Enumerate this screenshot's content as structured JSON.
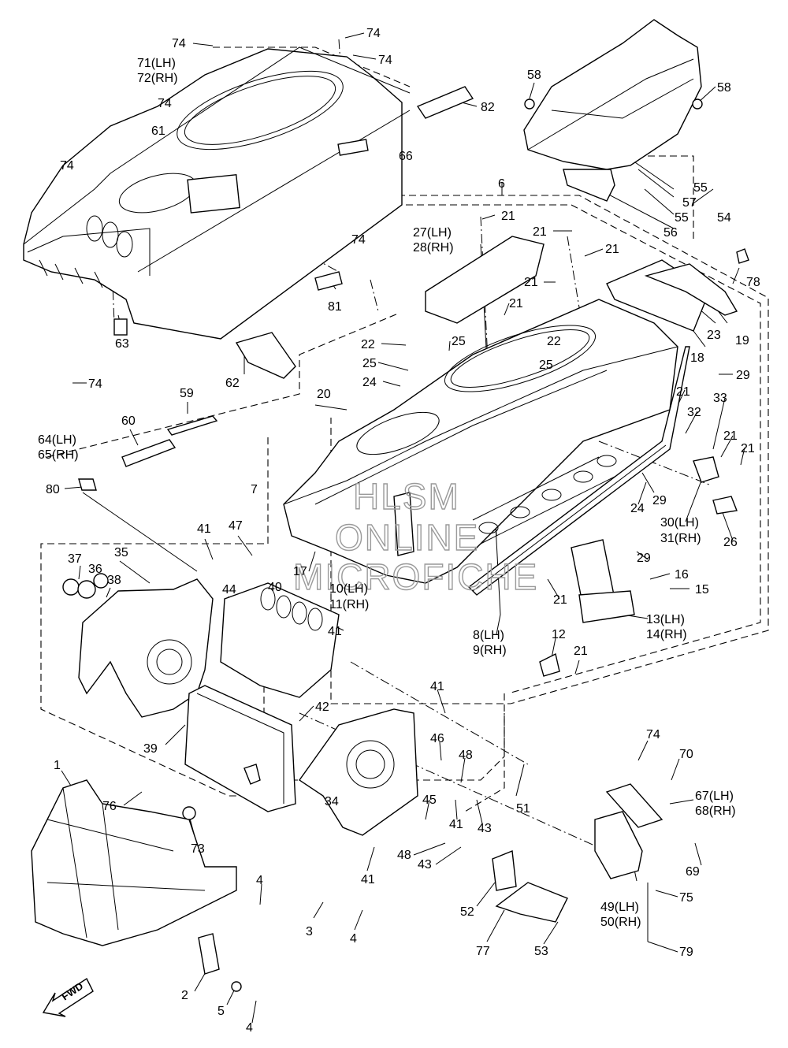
{
  "labels": {
    "l74a": "74",
    "l74b": "74",
    "l74c": "74",
    "l74d": "74",
    "l74e": "74",
    "l74f": "74",
    "l74g": "74",
    "l74h": "74",
    "l71": "71(LH)",
    "l72": "72(RH)",
    "l61": "61",
    "l66": "66",
    "l82": "82",
    "l81": "81",
    "l63": "63",
    "l64": "64(LH)",
    "l65": "65(RH)",
    "l58a": "58",
    "l58b": "58",
    "l55a": "55",
    "l57": "57",
    "l55b": "55",
    "l54": "54",
    "l56": "56",
    "l6": "6",
    "l27": "27(LH)",
    "l28": "28(RH)",
    "l21a": "21",
    "l21b": "21",
    "l21c": "21",
    "l21d": "21",
    "l21e": "21",
    "l21f": "21",
    "l21g": "21",
    "l21h": "21",
    "l21i": "21",
    "l21j": "21",
    "l78": "78",
    "l23": "23",
    "l19": "19",
    "l18": "18",
    "l29a": "29",
    "l29b": "29",
    "l29c": "29",
    "l22a": "22",
    "l22b": "22",
    "l25a": "25",
    "l25b": "25",
    "l25c": "25",
    "l24a": "24",
    "l24b": "24",
    "l62": "62",
    "l20": "20",
    "l59": "59",
    "l60": "60",
    "l80": "80",
    "l7": "7",
    "l33": "33",
    "l32": "32",
    "l30": "30(LH)",
    "l31": "31(RH)",
    "l26": "26",
    "l41a": "41",
    "l41b": "41",
    "l41c": "41",
    "l41d": "41",
    "l41e": "41",
    "l47": "47",
    "l17": "17",
    "l37": "37",
    "l36": "36",
    "l35": "35",
    "l38": "38",
    "l44": "44",
    "l40": "40",
    "l10": "10(LH)",
    "l11": "11(RH)",
    "l16": "16",
    "l15": "15",
    "l13": "13(LH)",
    "l14": "14(RH)",
    "l8": "8(LH)",
    "l9": "9(RH)",
    "l12": "12",
    "l42": "42",
    "l39": "39",
    "l46": "46",
    "l48a": "48",
    "l48b": "48",
    "l43a": "43",
    "l43b": "43",
    "l45": "45",
    "l34": "34",
    "l51": "51",
    "l1": "1",
    "l76": "76",
    "l73": "73",
    "l4a": "4",
    "l4b": "4",
    "l4c": "4",
    "l3": "3",
    "l2": "2",
    "l5": "5",
    "l52": "52",
    "l77": "77",
    "l53": "53",
    "l70": "70",
    "l67": "67(LH)",
    "l68": "68(RH)",
    "l69": "69",
    "l75": "75",
    "l49": "49(LH)",
    "l50": "50(RH)",
    "l79": "79"
  },
  "watermark": {
    "line1": "HLSM",
    "line2": "ONLINE",
    "line3": "MICROFICHE"
  },
  "badge": {
    "fwd": "FWD"
  }
}
